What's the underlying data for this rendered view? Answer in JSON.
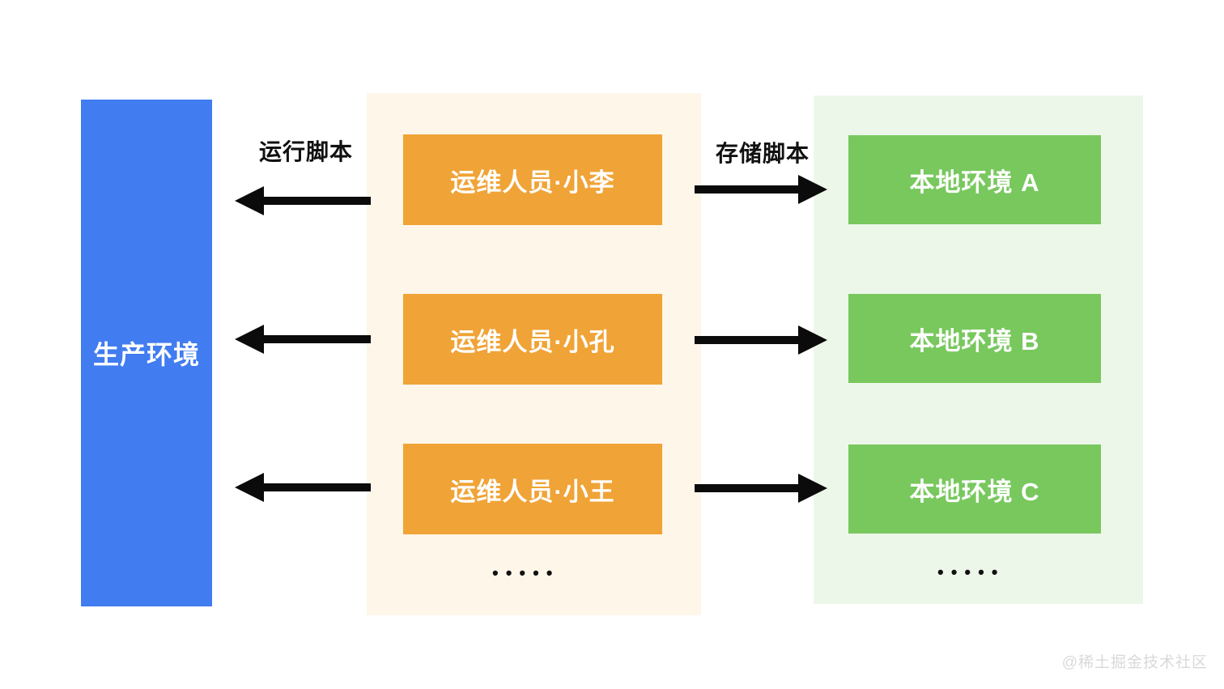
{
  "colors": {
    "production_blue": "#417CF0",
    "ops_orange": "#F0A336",
    "local_green": "#78C85E",
    "ops_panel_bg": "#FDF6E9",
    "local_panel_bg": "#EDF7E9",
    "arrow_black": "#0B0B0B",
    "watermark_gray": "#D9D9D9"
  },
  "production": {
    "label": "生产环境"
  },
  "ops": {
    "items": [
      {
        "label": "运维人员·小李"
      },
      {
        "label": "运维人员·小孔"
      },
      {
        "label": "运维人员·小王"
      }
    ],
    "more": "•••••"
  },
  "local": {
    "items": [
      {
        "label": "本地环境 A"
      },
      {
        "label": "本地环境 B"
      },
      {
        "label": "本地环境 C"
      }
    ],
    "more": "•••••"
  },
  "flows": {
    "run_script_label": "运行脚本",
    "store_script_label": "存储脚本"
  },
  "watermark": "@稀土掘金技术社区"
}
